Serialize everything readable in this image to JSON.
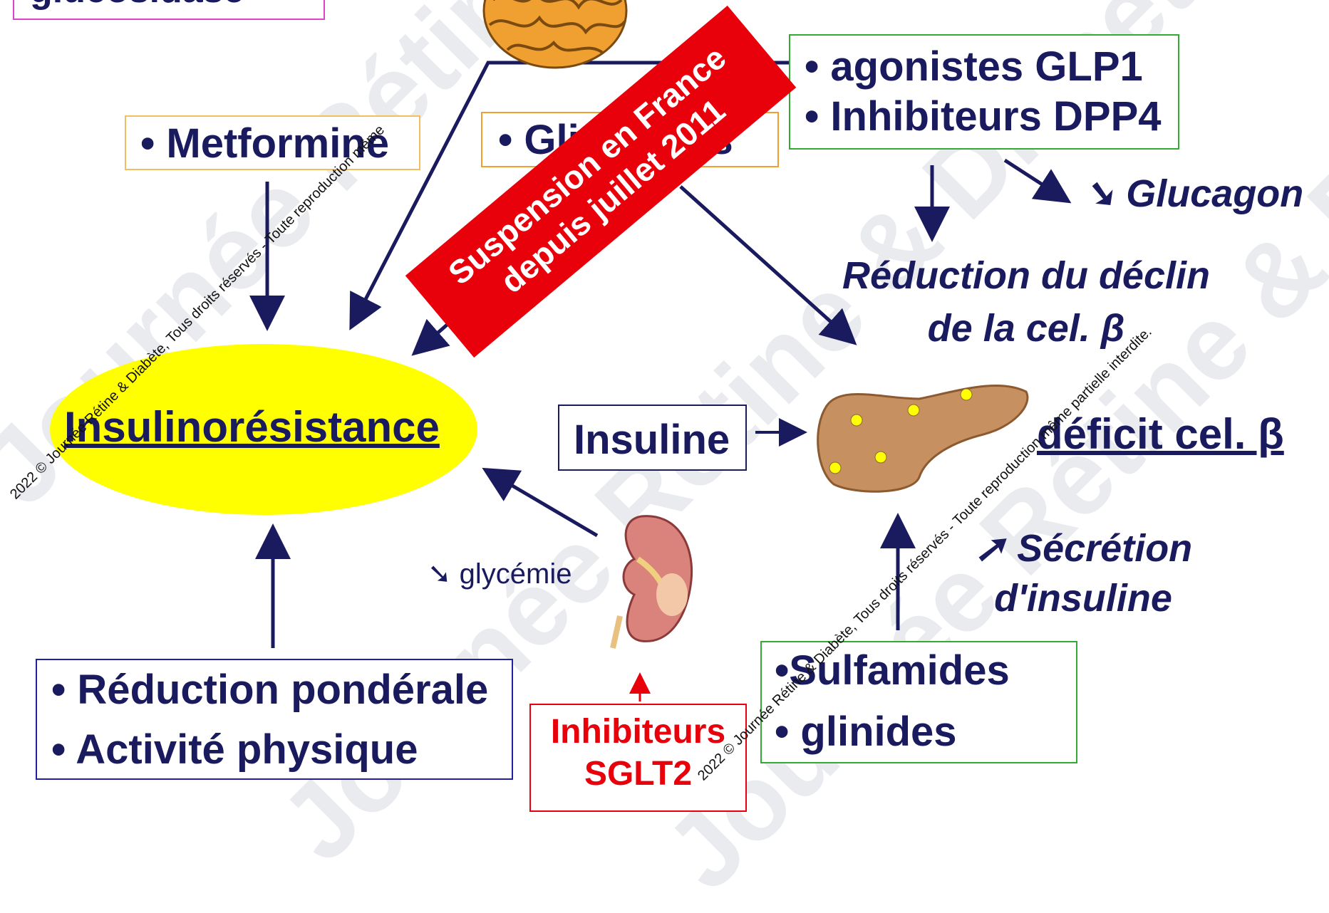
{
  "top_box": {
    "text": "glucosidase"
  },
  "metformine": {
    "text": "• Metformine"
  },
  "glitazones": {
    "text": "• Glitazones"
  },
  "glp1_box": {
    "line1": "• agonistes GLP1",
    "line2": "• Inhibiteurs DPP4"
  },
  "banner": {
    "line1": "Suspension en France",
    "line2": "depuis juillet 2011"
  },
  "glucagon": {
    "arrow": "➘",
    "text": "Glucagon"
  },
  "reduction_declin": {
    "line1": "Réduction du déclin",
    "line2": "de la cel. β"
  },
  "insulinoresistance": {
    "text": "Insulinorésistance"
  },
  "insuline": {
    "text": "Insuline"
  },
  "deficit": {
    "text": "déficit cel. β"
  },
  "secretion": {
    "arrow": "➚",
    "line1": "Sécrétion",
    "line2": "d'insuline"
  },
  "glycemie": {
    "arrow": "➘",
    "text": "glycémie"
  },
  "lifestyle_box": {
    "line1": "• Réduction pondérale",
    "line2": "• Activité physique"
  },
  "sglt2_box": {
    "line1": "Inhibiteurs",
    "line2": "SGLT2"
  },
  "sulfamides_box": {
    "line1": "•Sulfamides",
    "line2": "• glinides"
  },
  "watermark": {
    "background_text": "Journée Rétine & Diabète - Tous droits réservés - Toute reproduction même partielle interdite.",
    "diagonal_1": "2022 © Journée Rétine & Diabète, Tous droits réservés - Toute reproduction même",
    "diagonal_2": "2022 © Journée Rétine & Diabète, Tous droits réservés - Toute reproduction même partielle interdite."
  },
  "colors": {
    "navy": "#1a1a5e",
    "red": "#e8000a",
    "ellipse": "#ffff00",
    "green_border": "#33aa33",
    "orange_border": "#f0a030",
    "blue_border": "#2020a0",
    "magenta_border": "#dd44cc"
  }
}
